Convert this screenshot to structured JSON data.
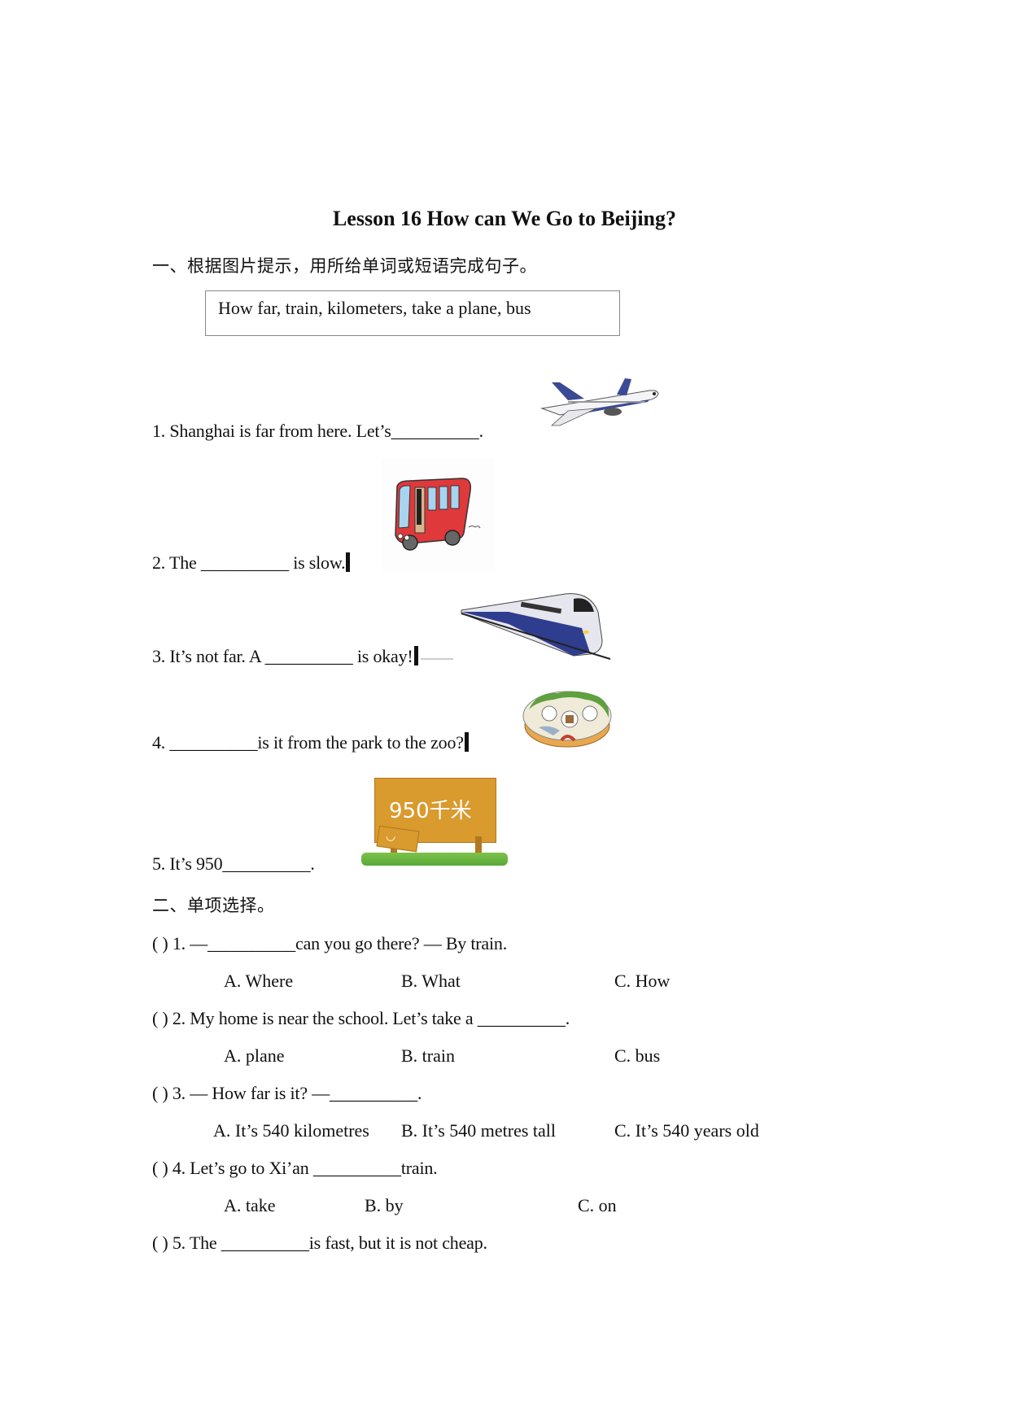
{
  "title": "Lesson 16  How can We Go to Beijing?",
  "section1": {
    "heading": "一、根据图片提示，用所给单词或短语完成句子。",
    "word_bank": "How far, train,  kilometers, take a plane, bus",
    "items": [
      {
        "text": "1. Shanghai is far from here. Let’s__________.",
        "image": "airplane-illustration"
      },
      {
        "text": "2. The __________ is slow.",
        "image": "bus-illustration"
      },
      {
        "text": "3. It’s not far. A __________ is okay!",
        "image": "train-illustration"
      },
      {
        "text": "4. __________is it from the park to the zoo?",
        "image": "zoo-illustration"
      },
      {
        "text": "5. It’s  950__________.",
        "image": "signboard-illustration"
      }
    ],
    "sign_text": "950千米"
  },
  "section2": {
    "heading": "二、单项选择。",
    "questions": [
      {
        "stem": "(    ) 1. —__________can you go there?   — By train.",
        "options": [
          "A. Where",
          "B. What",
          "C. How"
        ]
      },
      {
        "stem": "(    ) 2. My home is near the school. Let’s take a __________.",
        "options": [
          "A. plane",
          "B. train",
          "C. bus"
        ]
      },
      {
        "stem": "(    ) 3. — How far is it?   —__________.",
        "options": [
          "A. It’s 540 kilometres",
          "B. It’s 540 metres tall",
          "C. It’s 540 years old"
        ]
      },
      {
        "stem": "(    ) 4. Let’s go to Xi’an __________train.",
        "options": [
          "A. take",
          "B. by",
          "C. on"
        ]
      },
      {
        "stem": "(    ) 5. The __________is fast, but it is not cheap.",
        "options": []
      }
    ]
  }
}
